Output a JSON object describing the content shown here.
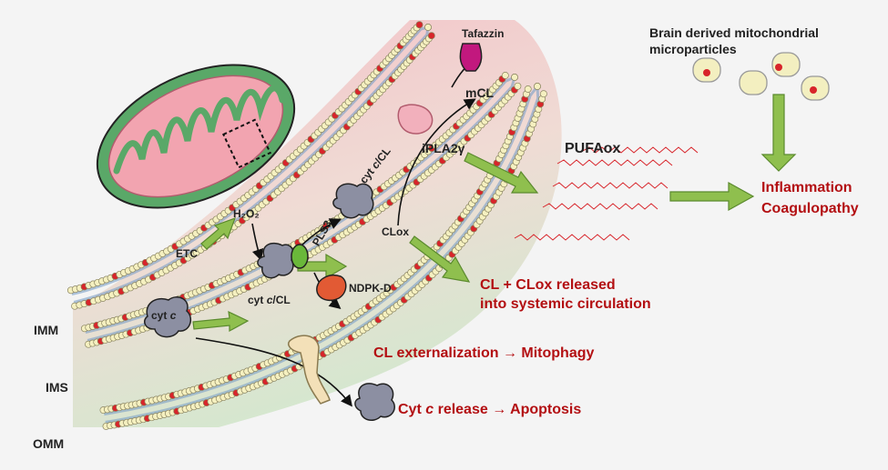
{
  "labels": {
    "tafazzin": "Tafazzin",
    "brain_mp_line1": "Brain derived mitochondrial",
    "brain_mp_line2": "microparticles",
    "mcl": "mCL",
    "ipla2": "iPLA2γ",
    "pufaox": "PUFAox",
    "inflammation": "Inflammation",
    "coagulopathy": "Coagulopathy",
    "h2o2": "H₂O₂",
    "etc": "ETC",
    "cyt_cl_top_pre": "cyt ",
    "cyt_cl_top_c": "c",
    "cyt_cl_top_post": "/CL",
    "clox": "CLox",
    "pls3": "PLS3",
    "ndpkd": "NDPK-D",
    "cyt_cl_pre": "cyt ",
    "cyt_cl_c": "c",
    "cyt_cl_post": "/CL",
    "cytc_pre": "cyt ",
    "cytc_c": "c",
    "cl_release_line1": "CL + CLox released",
    "cl_release_line2": "into systemic circulation",
    "cl_ext": "CL externalization → Mitophagy",
    "cytc_release_pre": "Cyt ",
    "cytc_release_c": "c",
    "cytc_release_post": " release → Apoptosis",
    "imm": "IMM",
    "ims": "IMS",
    "omm": "OMM"
  },
  "colors": {
    "outcome_red": "#b30f12",
    "arrow_green": "#8fbf4e",
    "membrane_head": "#f5f0c0",
    "cl_red": "#d8242a",
    "mito_green": "#5aa868",
    "mito_pink": "#f2a4b0",
    "protein_gray": "#8c8fa2",
    "tafazzin_magenta": "#c2187e",
    "ipla2_pink": "#f2b0bc",
    "ndpk_red": "#e25a34",
    "pls3_green": "#6ab83a"
  },
  "icons": [
    "mitochondrion-icon",
    "cyt-c-protein-icon",
    "tafazzin-icon",
    "ipla2-icon",
    "pls3-icon",
    "ndpk-d-icon",
    "microparticle-icon",
    "pufaox-structure-icon"
  ]
}
